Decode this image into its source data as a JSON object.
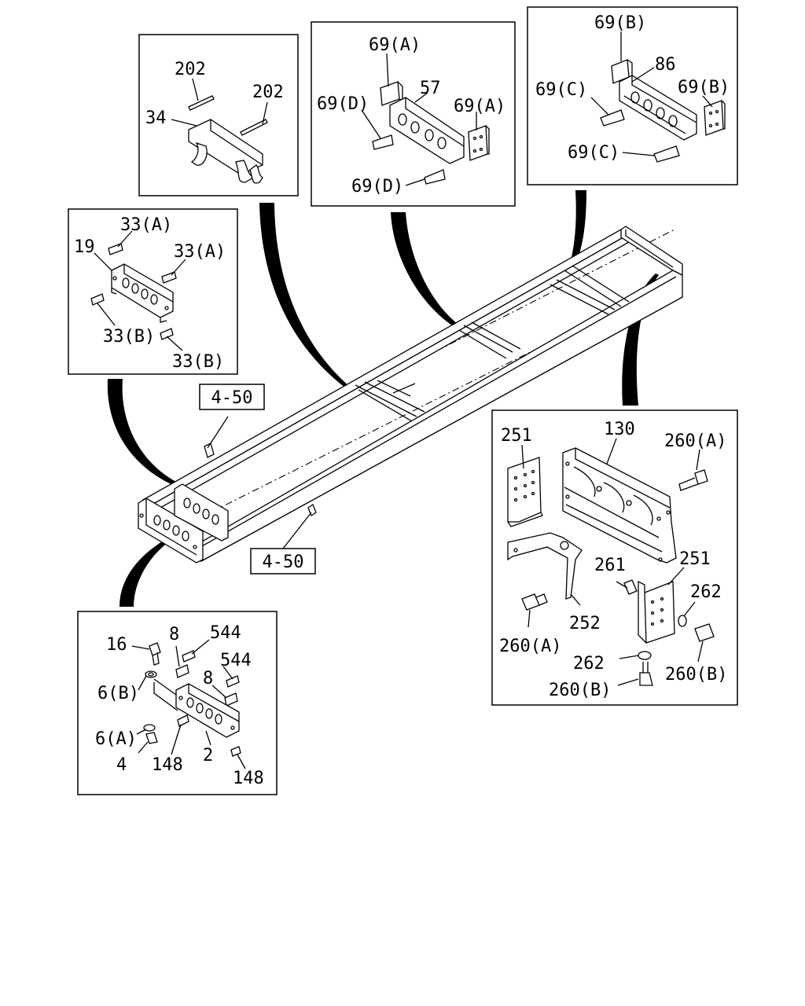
{
  "diagram": {
    "reference_labels": {
      "ref_upper": "4-50",
      "ref_lower": "4-50"
    },
    "box_202": {
      "l202a": "202",
      "l202b": "202",
      "l34": "34"
    },
    "box_57": {
      "l69a_top": "69(A)",
      "l57": "57",
      "l69d_left": "69(D)",
      "l69a_right": "69(A)",
      "l69d_bottom": "69(D)"
    },
    "box_86": {
      "l69b_top": "69(B)",
      "l86": "86",
      "l69c_left": "69(C)",
      "l69b_right": "69(B)",
      "l69c_bottom": "69(C)"
    },
    "box_19": {
      "l33a_top": "33(A)",
      "l19": "19",
      "l33a_right": "33(A)",
      "l33b_left": "33(B)",
      "l33b_bottom": "33(B)"
    },
    "box_2": {
      "l16": "16",
      "l8_top": "8",
      "l544_top": "544",
      "l544_mid": "544",
      "l8_mid": "8",
      "l6b": "6(B)",
      "l6a": "6(A)",
      "l4": "4",
      "l148_left": "148",
      "l2": "2",
      "l148_right": "148"
    },
    "box_130": {
      "l251_left": "251",
      "l130": "130",
      "l260a_top": "260(A)",
      "l261": "261",
      "l251_right": "251",
      "l262_right": "262",
      "l252": "252",
      "l260a_bottom": "260(A)",
      "l262_bottom": "262",
      "l260b_right": "260(B)",
      "l260b_bottom": "260(B)"
    }
  }
}
